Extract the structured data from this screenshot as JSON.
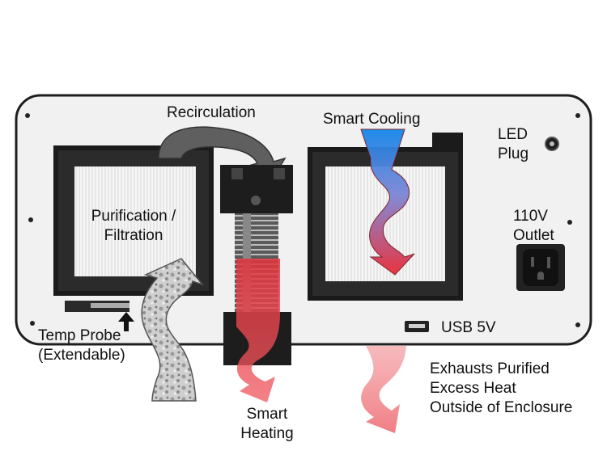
{
  "labels": {
    "recirculation": "Recirculation",
    "smart_cooling": "Smart Cooling",
    "led_plug": [
      "LED",
      "Plug"
    ],
    "purification": [
      "Purification /",
      "Filtration"
    ],
    "outlet": [
      "110V",
      "Outlet"
    ],
    "usb": "USB 5V",
    "temp_probe": [
      "Temp Probe",
      "(Extendable)"
    ],
    "exhausts": [
      "Exhausts Purified",
      "Excess Heat",
      "Outside of Enclosure"
    ],
    "smart_heating": [
      "Smart",
      "Heating"
    ]
  },
  "icons": {
    "led": "led-indicator-icon",
    "outlet": "outlet-socket-icon",
    "usb": "usb-port-icon",
    "recirculation": "curved-arrow-icon",
    "cooling": "cooling-flow-arrow-icon",
    "heating": "heating-flow-arrow-icon",
    "probe": "up-arrow-icon"
  },
  "colors": {
    "panel": "#f1f1f1",
    "panel_border": "#222222",
    "frame": "#1b1b1b",
    "filter": "#f3f3f3",
    "cool_blue": "#1a8be6",
    "heat_red": "#e2333c",
    "exhaust_pink": "#f08a8f",
    "recirc_gray": "#6a6a6a"
  }
}
